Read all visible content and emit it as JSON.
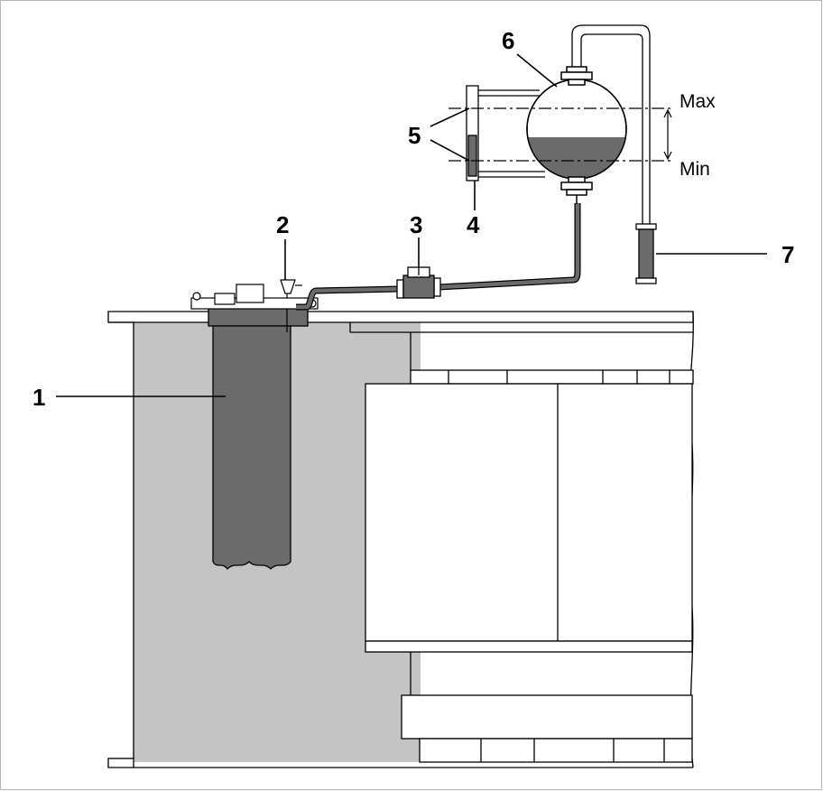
{
  "diagram": {
    "callouts": [
      {
        "id": "1",
        "text": "1"
      },
      {
        "id": "2",
        "text": "2"
      },
      {
        "id": "3",
        "text": "3"
      },
      {
        "id": "4",
        "text": "4"
      },
      {
        "id": "5",
        "text": "5"
      },
      {
        "id": "6",
        "text": "6"
      },
      {
        "id": "7",
        "text": "7"
      }
    ],
    "levels": {
      "max": "Max",
      "min": "Min"
    },
    "colors": {
      "line": "#000000",
      "fill_dark": "#6b6b6b",
      "fill_light": "#c4c4c4",
      "background": "#ffffff",
      "frame": "#b5b5b5"
    }
  }
}
